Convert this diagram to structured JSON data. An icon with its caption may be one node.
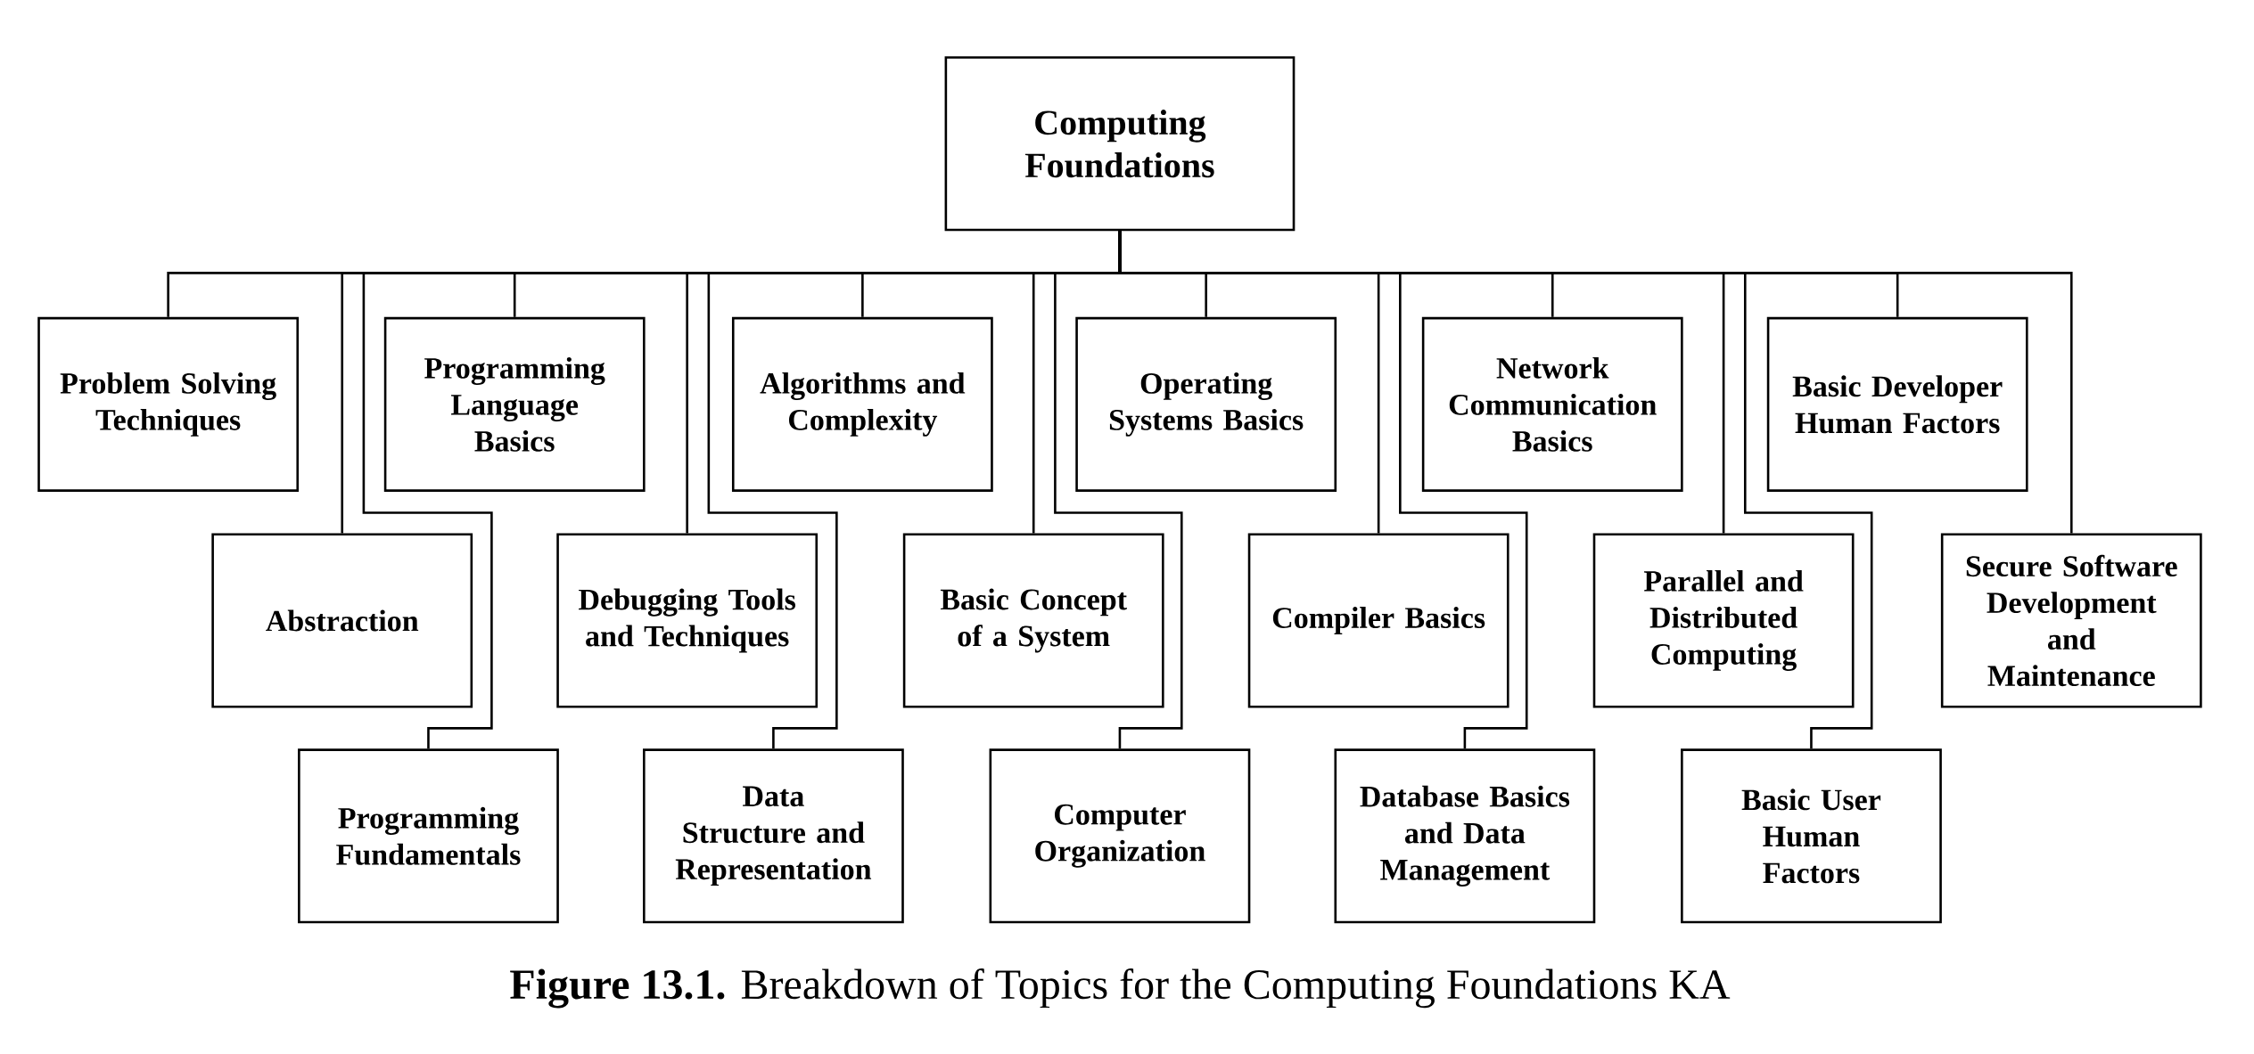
{
  "diagram": {
    "caption": "**Figure 13.1.** Breakdown of Topics for the Computing Foundations KA",
    "nodes": [
      {
        "text": [
          "Computing Foundations"
        ]
      },
      {
        "text": [
          "Problem Solving Techniques"
        ]
      },
      {
        "text": [
          "Programming Language Basics"
        ]
      },
      {
        "text": [
          "Algorithms and Complexity"
        ]
      },
      {
        "text": [
          "Operating Systems Basics"
        ]
      },
      {
        "text": [
          "Network Communication Basics"
        ]
      },
      {
        "text": [
          "Basic Developer Human Factors"
        ]
      },
      {
        "text": [
          "Abstraction"
        ]
      },
      {
        "text": [
          "Debugging Tools and Techniques"
        ]
      },
      {
        "text": [
          "Basic Concept of a System"
        ]
      },
      {
        "text": [
          "Compiler Basics"
        ]
      },
      {
        "text": [
          "Parallel and Distributed Computing"
        ]
      },
      {
        "text": [
          "Secure Software Development and Maintenance"
        ]
      },
      {
        "text": [
          "Programming Fundamentals"
        ]
      },
      {
        "text": [
          "Data Structure and Representation"
        ]
      },
      {
        "text": [
          "Computer Organization"
        ]
      },
      {
        "text": [
          "Database Basics and Data Management"
        ]
      },
      {
        "text": [
          "Basic User Human Factors"
        ]
      }
    ],
    "edges": [
      {
        "from": 0,
        "to": 1,
        "arrow": "none"
      },
      {
        "from": 0,
        "to": 2,
        "arrow": "none"
      },
      {
        "from": 0,
        "to": 3,
        "arrow": "none"
      },
      {
        "from": 0,
        "to": 4,
        "arrow": "none"
      },
      {
        "from": 0,
        "to": 5,
        "arrow": "none"
      },
      {
        "from": 0,
        "to": 6,
        "arrow": "none"
      },
      {
        "from": 0,
        "to": 7,
        "arrow": "none"
      },
      {
        "from": 0,
        "to": 8,
        "arrow": "none"
      },
      {
        "from": 0,
        "to": 9,
        "arrow": "none"
      },
      {
        "from": 0,
        "to": 10,
        "arrow": "none"
      },
      {
        "from": 0,
        "to": 11,
        "arrow": "none"
      },
      {
        "from": 0,
        "to": 12,
        "arrow": "none"
      },
      {
        "from": 0,
        "to": 13,
        "arrow": "none"
      },
      {
        "from": 0,
        "to": 14,
        "arrow": "none"
      },
      {
        "from": 0,
        "to": 15,
        "arrow": "none"
      },
      {
        "from": 0,
        "to": 16,
        "arrow": "none"
      },
      {
        "from": 0,
        "to": 17,
        "arrow": "none"
      }
    ]
  }
}
